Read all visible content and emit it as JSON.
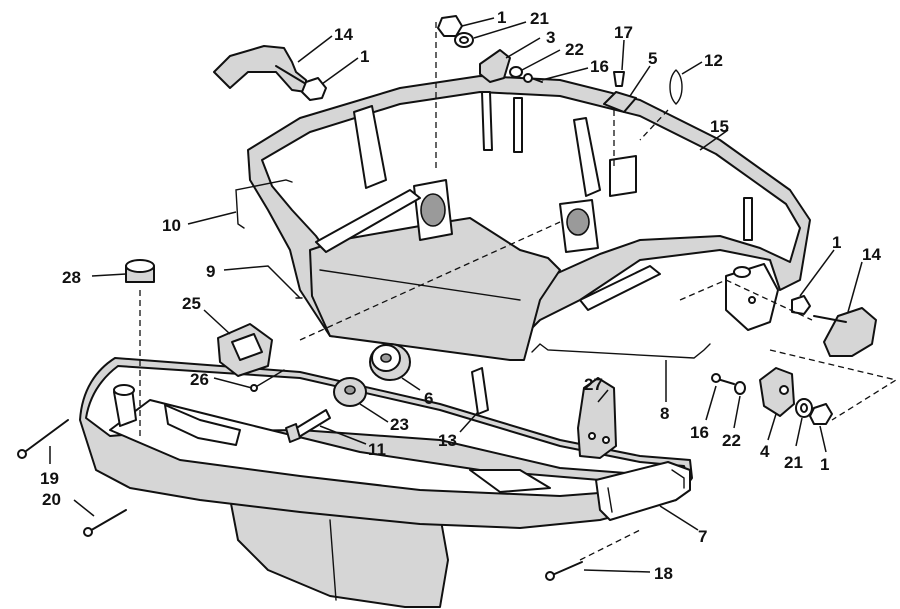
{
  "callouts": [
    {
      "id": "c1a",
      "text": "1"
    },
    {
      "id": "c21a",
      "text": "21"
    },
    {
      "id": "c3",
      "text": "3"
    },
    {
      "id": "c22a",
      "text": "22"
    },
    {
      "id": "c17",
      "text": "17"
    },
    {
      "id": "c5",
      "text": "5"
    },
    {
      "id": "c12",
      "text": "12"
    },
    {
      "id": "c16a",
      "text": "16"
    },
    {
      "id": "c14a",
      "text": "14"
    },
    {
      "id": "c1b",
      "text": "1"
    },
    {
      "id": "c15",
      "text": "15"
    },
    {
      "id": "c10",
      "text": "10"
    },
    {
      "id": "c9",
      "text": "9"
    },
    {
      "id": "c28",
      "text": "28"
    },
    {
      "id": "c25",
      "text": "25"
    },
    {
      "id": "c26",
      "text": "26"
    },
    {
      "id": "c6",
      "text": "6"
    },
    {
      "id": "c23",
      "text": "23"
    },
    {
      "id": "c11",
      "text": "11"
    },
    {
      "id": "c13",
      "text": "13"
    },
    {
      "id": "c27",
      "text": "27"
    },
    {
      "id": "c8",
      "text": "8"
    },
    {
      "id": "c16b",
      "text": "16"
    },
    {
      "id": "c22b",
      "text": "22"
    },
    {
      "id": "c4",
      "text": "4"
    },
    {
      "id": "c21b",
      "text": "21"
    },
    {
      "id": "c1c",
      "text": "1"
    },
    {
      "id": "c1d",
      "text": "1"
    },
    {
      "id": "c14b",
      "text": "14"
    },
    {
      "id": "c19",
      "text": "19"
    },
    {
      "id": "c20",
      "text": "20"
    },
    {
      "id": "c7",
      "text": "7"
    },
    {
      "id": "c18",
      "text": "18"
    }
  ]
}
